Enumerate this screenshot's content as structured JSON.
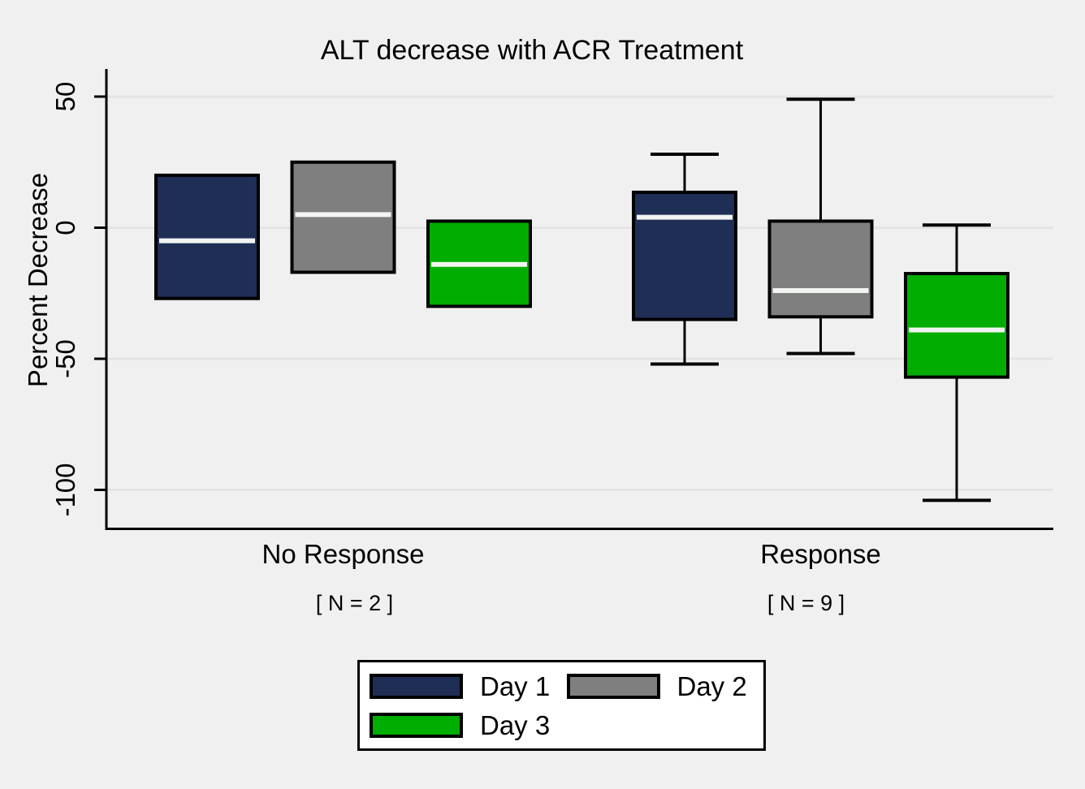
{
  "chart_data": {
    "type": "box",
    "title": "ALT decrease with ACR Treatment",
    "ylabel": "Percent Decrease",
    "yticks": [
      "50",
      "0",
      "-50",
      "-100"
    ],
    "ytick_values": [
      50,
      0,
      -50,
      -100
    ],
    "ylim": [
      -115,
      60
    ],
    "grid": "horizontal",
    "legend_position": "bottom",
    "groups": [
      {
        "label": "No Response",
        "n_label": "[ N = 2 ]",
        "boxes": [
          {
            "series": "Day 1",
            "low": null,
            "q1": -27,
            "median": -5,
            "q3": 20,
            "high": null
          },
          {
            "series": "Day 2",
            "low": null,
            "q1": -17,
            "median": 5,
            "q3": 25,
            "high": null
          },
          {
            "series": "Day 3",
            "low": null,
            "q1": -30,
            "median": -14,
            "q3": 2.5,
            "high": null
          }
        ]
      },
      {
        "label": "Response",
        "n_label": "[ N = 9 ]",
        "boxes": [
          {
            "series": "Day 1",
            "low": -52,
            "q1": -35,
            "median": 4,
            "q3": 13.5,
            "high": 28
          },
          {
            "series": "Day 2",
            "low": -48,
            "q1": -34,
            "median": -24,
            "q3": 2.5,
            "high": 49
          },
          {
            "series": "Day 3",
            "low": -104,
            "q1": -57,
            "median": -39,
            "q3": -17.5,
            "high": 1
          }
        ]
      }
    ],
    "legend": {
      "items": [
        {
          "label": "Day 1",
          "color": "#1f2e55"
        },
        {
          "label": "Day 2",
          "color": "#7f7f7f"
        },
        {
          "label": "Day 3",
          "color": "#00ad00"
        }
      ]
    },
    "colors": {
      "background": "#f0f0f0",
      "gridline": "#e4e4e4",
      "axis": "#000000",
      "box_border": "#000000",
      "median_line": "#f2f4f2",
      "legend_background": "#ffffff"
    }
  }
}
